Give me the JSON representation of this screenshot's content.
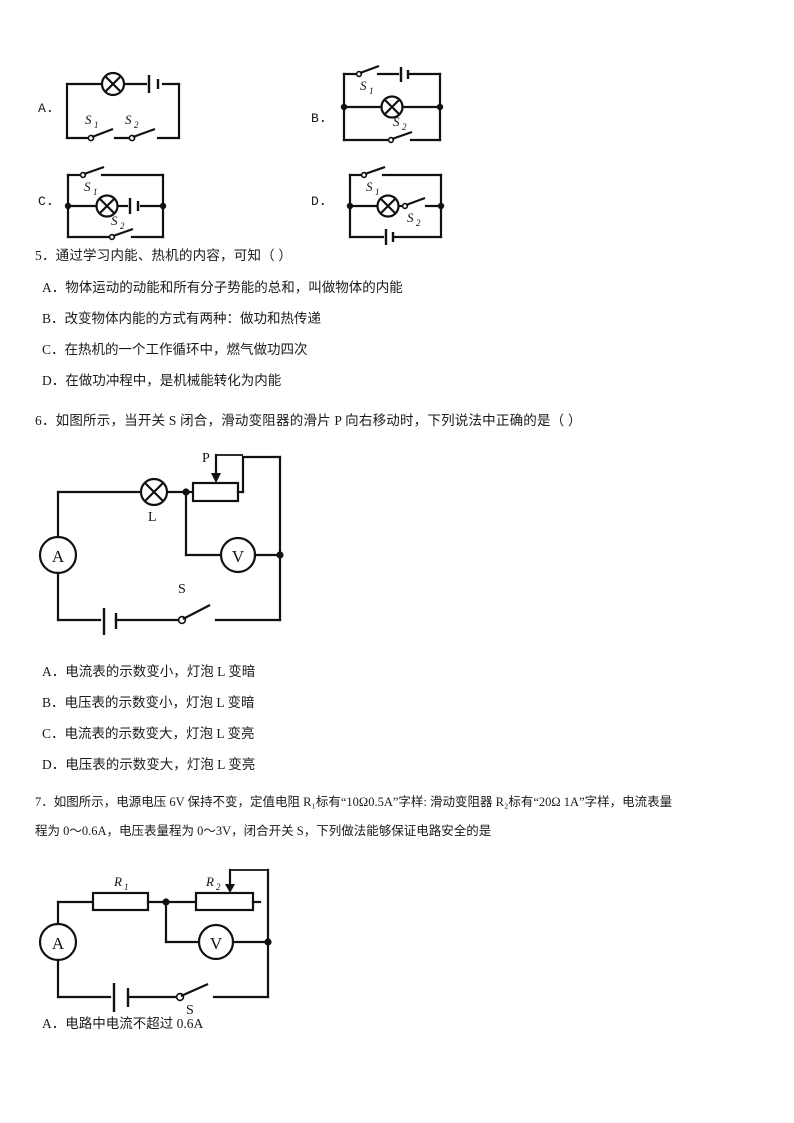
{
  "document": {
    "type": "physics-exam-page",
    "language": "zh-CN"
  },
  "q4_options": {
    "labels": [
      "A．",
      "B．",
      "C．",
      "D．"
    ],
    "circuit_a": {
      "lamp": "lamp",
      "battery": "battery",
      "switch1": "S",
      "switch1_sub": "1",
      "switch2": "S",
      "switch2_sub": "2"
    },
    "circuit_b": {
      "switch1": "S",
      "switch1_sub": "1",
      "switch2": "S",
      "switch2_sub": "2",
      "lamp": "lamp",
      "battery": "battery"
    },
    "circuit_c": {
      "switch1": "S",
      "switch1_sub": "1",
      "switch2": "S",
      "switch2_sub": "2",
      "lamp": "lamp",
      "battery": "battery"
    },
    "circuit_d": {
      "switch1": "S",
      "switch1_sub": "1",
      "switch2": "S",
      "switch2_sub": "2",
      "lamp": "lamp",
      "battery": "battery"
    }
  },
  "question5": {
    "stem": "5．通过学习内能、热机的内容，可知（ ）",
    "options": [
      "A．物体运动的动能和所有分子势能的总和，叫做物体的内能",
      "B．改变物体内能的方式有两种：做功和热传递",
      "C．在热机的一个工作循环中，燃气做功四次",
      "D．在做功冲程中，是机械能转化为内能"
    ]
  },
  "question6": {
    "stem": "6．如图所示，当开关 S 闭合，滑动变阻器的滑片 P 向右移动时，下列说法中正确的是（    ）",
    "circuit": {
      "ammeter": "A",
      "voltmeter": "V",
      "lamp_label": "L",
      "slider_label": "P",
      "switch_label": "S"
    },
    "options": [
      "A．电流表的示数变小，灯泡 L 变暗",
      "B．电压表的示数变小，灯泡 L 变暗",
      "C．电流表的示数变大，灯泡 L 变亮",
      "D．电压表的示数变大，灯泡 L 变亮"
    ]
  },
  "question7": {
    "stem_line1": "7．如图所示，电源电压 6V 保持不变，定值电阻 R₁标有“10Ω0.5A”字样: 滑动变阻器 R₂标有“20Ω 1A”字样，电流表量",
    "stem_line2": "程为 0～0.6A，电压表量程为 0～3V，闭合开关 S，下列做法能够保证电路安全的是",
    "circuit": {
      "r1_label": "R",
      "r1_sub": "1",
      "r2_label": "R",
      "r2_sub": "2",
      "ammeter": "A",
      "voltmeter": "V",
      "switch_label": "S"
    },
    "options": [
      "A．电路中电流不超过 0.6A"
    ]
  }
}
